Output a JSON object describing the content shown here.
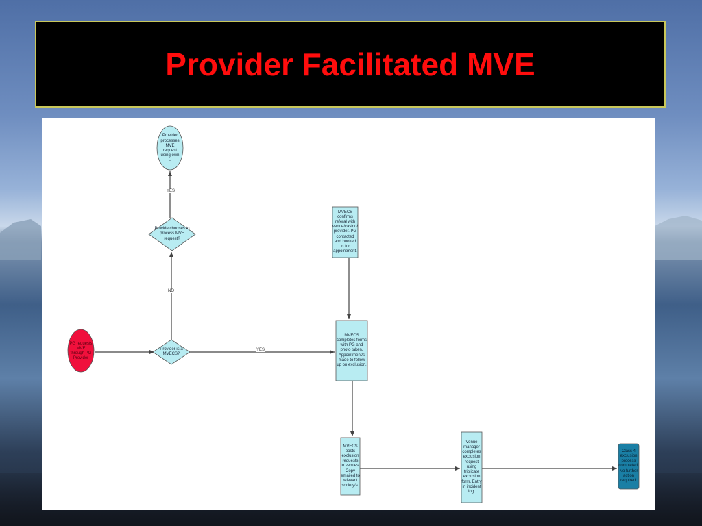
{
  "slide": {
    "title": "Provider Facilitated MVE",
    "colors": {
      "title_text": "#ff0d0d",
      "title_background": "#000000",
      "title_border": "#c9c75a",
      "node_fill": "#b8ecf2",
      "start_fill": "#f0103c",
      "end_fill": "#1a7fa5",
      "edge": "#444444"
    }
  },
  "diagram": {
    "nodes": {
      "start": "PG requests MVE through PG Provider",
      "provider_is_mvecs": "Provider is a MVECS?",
      "provider_chooses": "Provide chooses to process MVE request?",
      "provider_processes": "Provider processes MVE request using own ..",
      "mvecs_confirms": "MVECS confirms referal with venue/casino/ provider.  PG contacted and booked in for appointment.",
      "mvecs_completes": "MVECS completes forms with PG and photo taken. Appointment/s made to follow up on exclusion.",
      "mvecs_posts": "MVECS posts exclusion requests to venues. Copy emailed to relevant society/s.",
      "venue_manager": "Venue manager completes exclusion request using triplicate exclusion form. Entry in incident log.",
      "end": "Class 4 exclusion process completed. No further action required."
    },
    "edge_labels": {
      "no": "NO",
      "yes_up": "YES",
      "yes_right": "YES"
    }
  }
}
